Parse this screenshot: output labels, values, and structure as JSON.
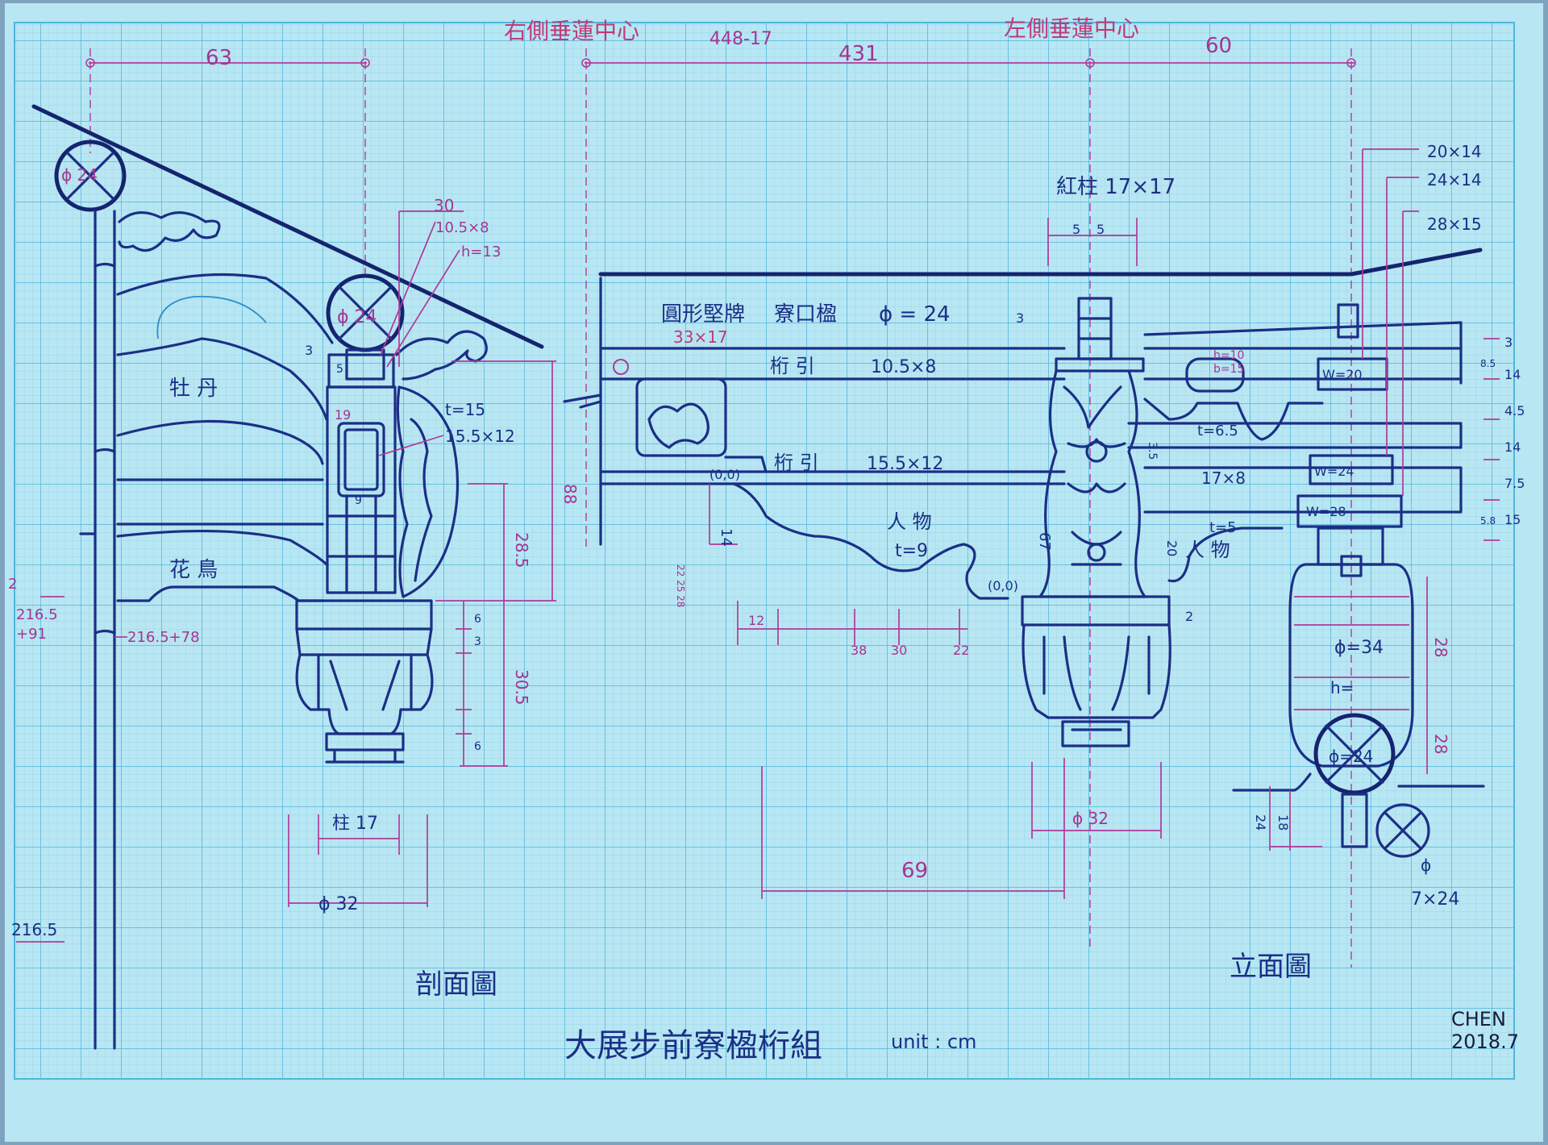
{
  "sheet": {
    "title": "大展步前寮楹桁組",
    "unit": "unit : cm",
    "author": "CHEN",
    "date": "2018.7",
    "colors": {
      "paper": "#b8e6f2",
      "grid_fine": "#8fd4ea",
      "grid_major": "#4fb6dc",
      "ink": "#1b2f86",
      "pencil": "#a43593"
    }
  },
  "section": {
    "caption": "剖面圖",
    "dim_top": "63",
    "dim_30": "30",
    "purlin_phi": "ϕ 24",
    "main_purlin_phi": "ϕ 24",
    "beam_a": "10.5×8",
    "h_label": "h=13",
    "peony": "牡 丹",
    "flower_bird": "花 鳥",
    "t_label": "t=15",
    "beam_b": "15.5×12",
    "dim_19": "19",
    "dim_9": "9",
    "dim_3": "3",
    "dim_5": "5",
    "dim_88": "88",
    "dim_28_5": "28.5",
    "dim_30_5": "30.5",
    "dim_6a": "6",
    "dim_3b": "3",
    "dim_6b": "6",
    "col_17": "柱 17",
    "phi_32": "ϕ 32",
    "left_a": "216.5",
    "left_b": "+91",
    "left_c": "216.5+78",
    "left_d": "216.5",
    "left_e": "2"
  },
  "elevation": {
    "caption": "立面圖",
    "right_center": "右側垂蓮中心",
    "left_center": "左側垂蓮中心",
    "top_sum": "448-17",
    "dim_431": "431",
    "dim_60": "60",
    "column_size": "紅柱 17×17",
    "dim_5a": "5",
    "dim_5b": "5",
    "round_panel": "圓形堅牌",
    "eave_purlin": "寮口楹",
    "eave_phi": "ϕ = 24",
    "panel_size": "33×17",
    "tie_upper": "桁 引",
    "tie_upper_size": "10.5×8",
    "tie_lower": "桁 引",
    "tie_lower_size": "15.5×12",
    "origin_a": "(0,0)",
    "origin_b": "(0,0)",
    "dim_14": "14",
    "figures": "人 物",
    "t9": "t=9",
    "dim_12": "12",
    "dim_38": "38",
    "dim_30": "30",
    "dim_22": "22",
    "stack_nums": "22 25 28",
    "dim_69": "69",
    "dim_h10": "h=10",
    "dim_b15": "b=15",
    "t6_5": "t=6.5",
    "beam_17x8": "17×8",
    "t5": "t=5",
    "figures2": "人 物",
    "dim_3": "3",
    "dim_2": "2",
    "dim_67": "67",
    "dim_20": "20",
    "dim_35": "3.5",
    "phi32": "ϕ 32",
    "w20": "W=20",
    "w24": "W=24",
    "w28": "W=28",
    "s20x14": "20×14",
    "s24x14": "24×14",
    "s28x15": "28×15",
    "phi34": "ϕ=34",
    "h_": "h=",
    "dim_28": "28",
    "dim_28b": "28",
    "phi24": "ϕ=24",
    "phi": "ϕ",
    "s7x24": "7×24",
    "dim_24": "24",
    "dim_18": "18",
    "r_3": "3",
    "r_14a": "14",
    "r_45": "4.5",
    "r_14b": "14",
    "r_75": "7.5",
    "r_15": "15",
    "r_85": "8.5",
    "r_58": "5.8"
  }
}
